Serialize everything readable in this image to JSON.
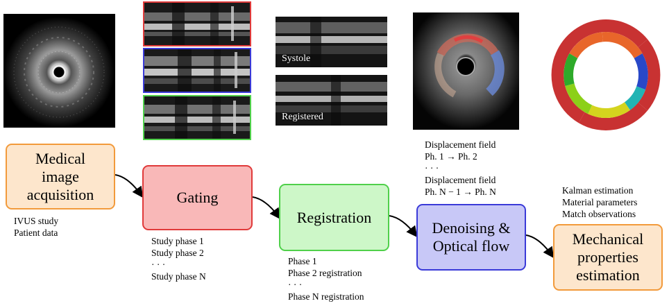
{
  "steps": [
    {
      "label": "Medical\nimage\nacquisition",
      "fill": "#fde6cc",
      "stroke": "#f29a3b"
    },
    {
      "label": "Gating",
      "fill": "#f9b8b8",
      "stroke": "#e03a3a"
    },
    {
      "label": "Registration",
      "fill": "#cdf7c8",
      "stroke": "#4fd04a"
    },
    {
      "label": "Denoising &\nOptical flow",
      "fill": "#c8c8f7",
      "stroke": "#3a3ad8"
    },
    {
      "label": "Mechanical\nproperties\nestimation",
      "fill": "#fde6cc",
      "stroke": "#f29a3b"
    }
  ],
  "notes": {
    "acquisition": [
      "IVUS study",
      "Patient data"
    ],
    "gating": [
      "Study phase 1",
      "Study phase 2",
      "· · ·",
      "Study phase N"
    ],
    "registration": [
      "Phase 1",
      "Phase 2 registration",
      "· · ·",
      "Phase N registration"
    ],
    "flow_top": [
      "Displacement field",
      "Ph. 1 → Ph. 2",
      "· · ·"
    ],
    "flow_bottom": [
      "Displacement field",
      "Ph. N − 1 → Ph. N"
    ],
    "estimation": [
      "Kalman estimation",
      "Material parameters",
      "Match observations"
    ]
  },
  "image_labels": {
    "systole": "Systole",
    "registered": "Registered"
  },
  "colors": {
    "gating_red": "#e03a3a",
    "gating_blue": "#3a3ad8",
    "gating_green": "#4fd04a",
    "mesh_red": "#c83232",
    "mesh_orange": "#e8662a",
    "mesh_green": "#2eaa2a",
    "mesh_blue": "#2848c8",
    "mesh_cyan": "#22b4b4",
    "mesh_yellow": "#d4d41e",
    "mesh_lime": "#8cd018"
  }
}
